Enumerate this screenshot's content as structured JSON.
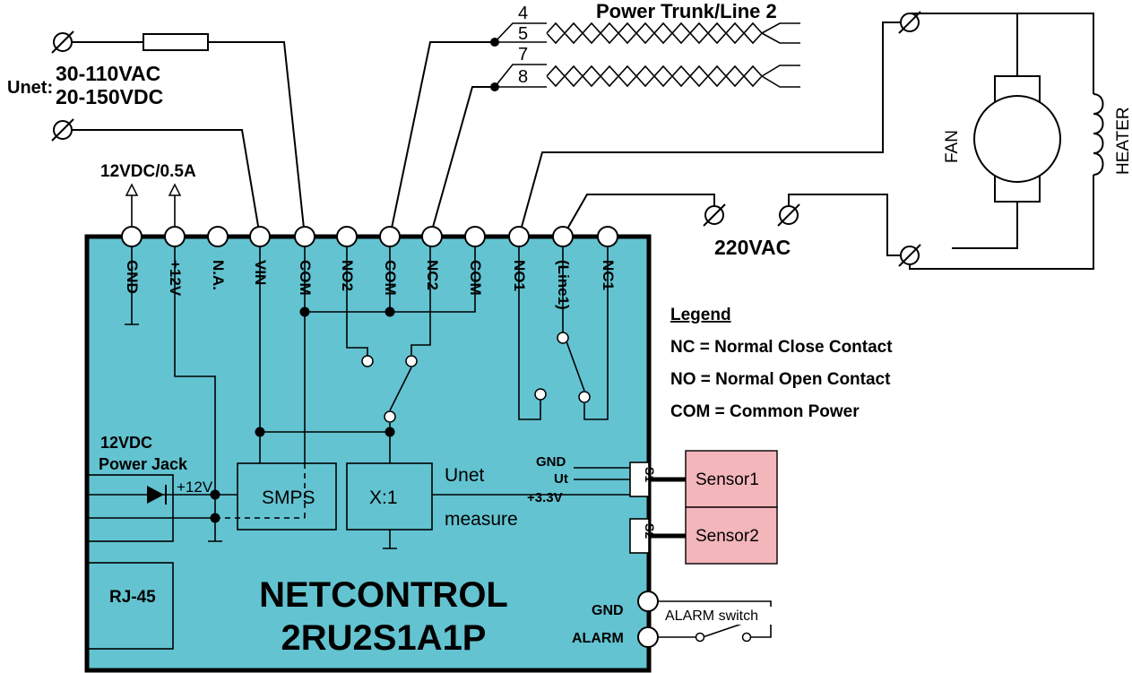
{
  "colors": {
    "board": "#63c3d1",
    "sensor": "#f3b6bb",
    "wire": "#000000"
  },
  "supply": {
    "unet_label": "Unet:",
    "ac_range": "30-110VAC",
    "dc_range": "20-150VDC"
  },
  "output_label": "12VDC/0.5A",
  "trunk": {
    "title": "Power Trunk/Line 2",
    "pins": [
      "4",
      "5",
      "7",
      "8"
    ]
  },
  "mains_label": "220VAC",
  "loads": {
    "fan": "FAN",
    "heater": "HEATER"
  },
  "terminals": [
    "GND",
    "+12V",
    "N.A.",
    "VIN",
    "COM",
    "NO2",
    "COM",
    "NC2",
    "COM",
    "NO1",
    "(Line1)",
    "NC1"
  ],
  "legend": {
    "title": "Legend",
    "items": [
      "NC = Normal Close Contact",
      "NO = Normal Open Contact",
      "COM = Common Power"
    ]
  },
  "power_jack": {
    "line1": "12VDC",
    "line2": "Power Jack",
    "voltage": "+12V"
  },
  "smps_label": "SMPS",
  "divider_label": "X:1",
  "unet_measure": {
    "line1": "Unet",
    "line2": "measure"
  },
  "sensor_port": {
    "gnd": "GND",
    "ut": "Ut",
    "v33": "+3.3V",
    "s1": "S1",
    "s2": "S2"
  },
  "sensors": [
    "Sensor1",
    "Sensor2"
  ],
  "rj45": "RJ-45",
  "device": {
    "name": "NETCONTROL",
    "model": "2RU2S1A1P"
  },
  "alarm": {
    "gnd": "GND",
    "alarm": "ALARM",
    "switch": "ALARM switch"
  }
}
